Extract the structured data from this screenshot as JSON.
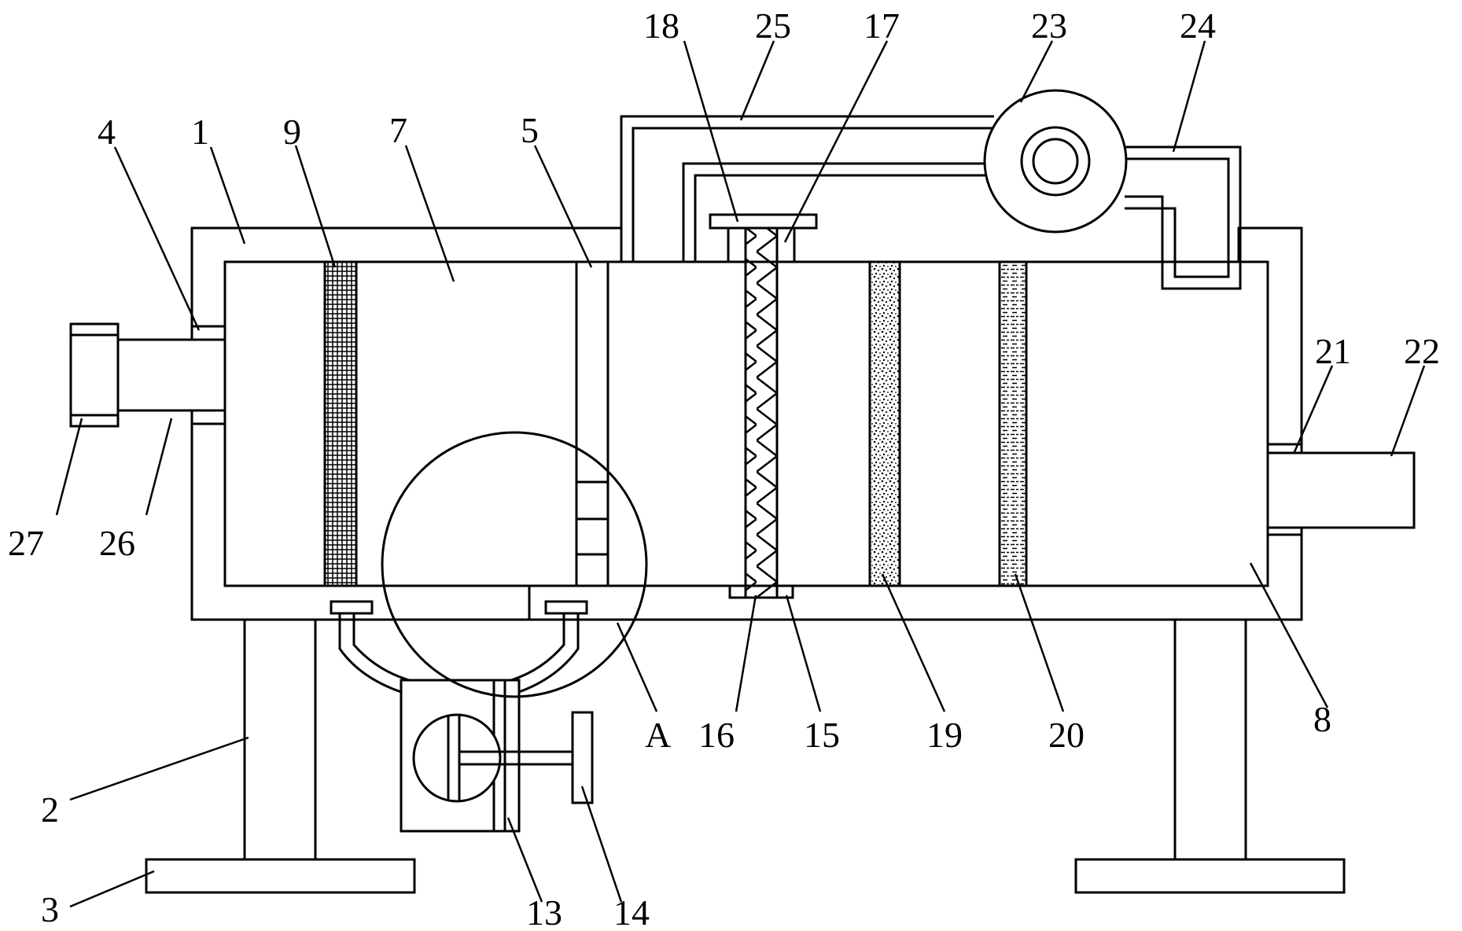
{
  "labels": {
    "n1": "1",
    "n2": "2",
    "n3": "3",
    "n4": "4",
    "n5": "5",
    "n7": "7",
    "n8": "8",
    "n9": "9",
    "n13": "13",
    "n14": "14",
    "n15": "15",
    "n16": "16",
    "n17": "17",
    "n18": "18",
    "n19": "19",
    "n20": "20",
    "n21": "21",
    "n22": "22",
    "n23": "23",
    "n24": "24",
    "n25": "25",
    "n26": "26",
    "n27": "27",
    "detail": "A"
  }
}
